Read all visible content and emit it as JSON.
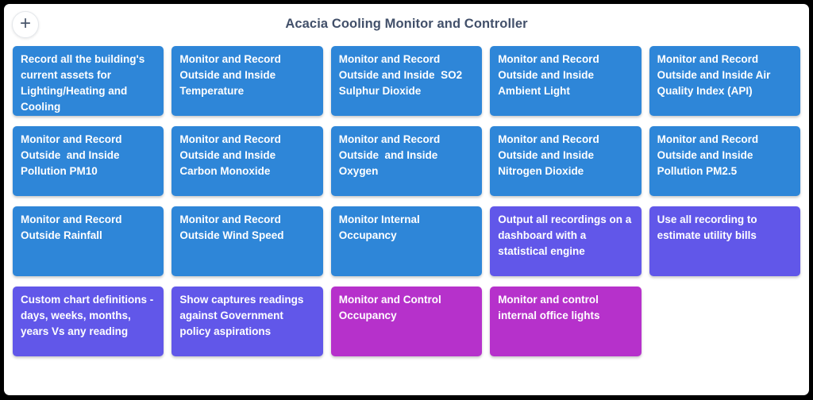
{
  "header": {
    "title": "Acacia Cooling Monitor and Controller",
    "add_button_label": "+"
  },
  "colors": {
    "blue": "#2E86D8",
    "purple": "#6157E9",
    "magenta": "#B631CB",
    "title_text": "#42506A"
  },
  "cards": [
    {
      "label": "Record all the building's current assets for Lighting/Heating and Cooling",
      "color": "blue"
    },
    {
      "label": "Monitor and Record Outside and Inside Temperature",
      "color": "blue"
    },
    {
      "label": "Monitor and Record Outside and Inside  SO2 Sulphur Dioxide",
      "color": "blue"
    },
    {
      "label": "Monitor and Record Outside and Inside Ambient Light",
      "color": "blue"
    },
    {
      "label": "Monitor and Record Outside and Inside Air Quality Index (API)",
      "color": "blue"
    },
    {
      "label": "Monitor and Record Outside  and Inside Pollution PM10",
      "color": "blue"
    },
    {
      "label": "Monitor and Record Outside and Inside Carbon Monoxide",
      "color": "blue"
    },
    {
      "label": "Monitor and Record Outside  and Inside Oxygen",
      "color": "blue"
    },
    {
      "label": "Monitor and Record Outside and Inside Nitrogen Dioxide",
      "color": "blue"
    },
    {
      "label": "Monitor and Record Outside and Inside Pollution PM2.5",
      "color": "blue"
    },
    {
      "label": "Monitor and Record Outside Rainfall",
      "color": "blue"
    },
    {
      "label": "Monitor and Record Outside Wind Speed",
      "color": "blue"
    },
    {
      "label": "Monitor Internal Occupancy",
      "color": "blue"
    },
    {
      "label": "Output all recordings on a dashboard with a statistical engine",
      "color": "purple"
    },
    {
      "label": "Use all recording to estimate utility bills",
      "color": "purple"
    },
    {
      "label": "Custom chart definitions - days, weeks, months, years Vs any reading",
      "color": "purple"
    },
    {
      "label": "Show captures readings against Government policy aspirations",
      "color": "purple"
    },
    {
      "label": "Monitor and Control Occupancy",
      "color": "magenta"
    },
    {
      "label": "Monitor and control internal office lights",
      "color": "magenta"
    }
  ]
}
